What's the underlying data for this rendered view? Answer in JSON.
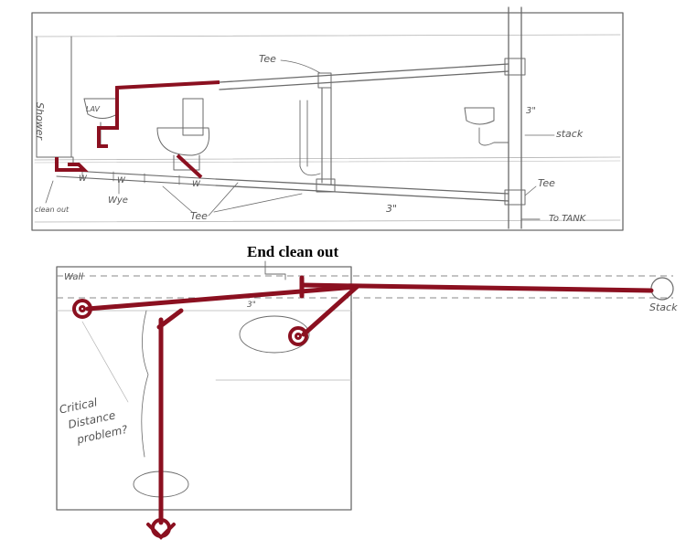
{
  "colors": {
    "pencil": "#6a6a6a",
    "faint": "#b4b4b4",
    "pipe_marker": "#8b1020",
    "paper": "#ffffff",
    "heading": "#000000"
  },
  "elevation_view": {
    "labels": {
      "shower": "Shower",
      "lav": "LAV",
      "tee_top": "Tee",
      "three_inch_top": "3\"",
      "stack": "stack",
      "tee_right": "Tee",
      "three_inch_bottom": "3\"",
      "to_tank": "To TANK",
      "clean_out": "clean out",
      "wye": "Wye",
      "tee_bottom": "Tee",
      "w1": "W",
      "w2": "W",
      "w3": "W"
    }
  },
  "plan_view": {
    "heading": "End clean out",
    "labels": {
      "wall": "Wall",
      "pipe_size": "3\"",
      "stack": "Stack",
      "critical_note": [
        "Critical",
        "Distance",
        "problem?"
      ]
    }
  }
}
